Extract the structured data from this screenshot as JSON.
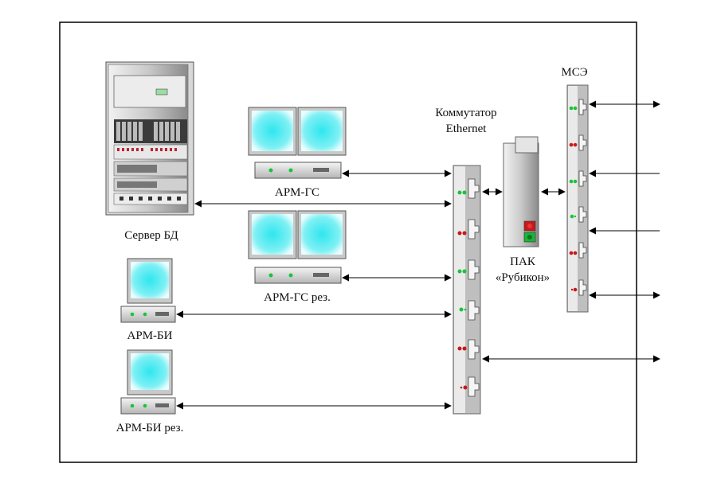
{
  "labels": {
    "server": "Сервер БД",
    "arm_gs": "АРМ-ГС",
    "arm_gs_rez": "АРМ-ГС рез.",
    "arm_bi": "АРМ-БИ",
    "arm_bi_rez": "АРМ-БИ рез.",
    "switch_line1": "Коммутатор",
    "switch_line2": "Ethernet",
    "pak_line1": "ПАК",
    "pak_line2": "«Рубикон»",
    "mse": "МСЭ"
  },
  "colors": {
    "screen_cyan": "#33e0ea",
    "led_green": "#19c43a",
    "led_red": "#c81818",
    "device_gray": "#c8c8c8",
    "frame": "#000000"
  },
  "icons": {
    "server": "server-rack-icon",
    "dual_monitor": "dual-monitor-workstation-icon",
    "single_monitor": "single-monitor-workstation-icon",
    "switch": "ethernet-switch-icon",
    "appliance": "hardware-appliance-icon",
    "firewall": "firewall-icon"
  }
}
